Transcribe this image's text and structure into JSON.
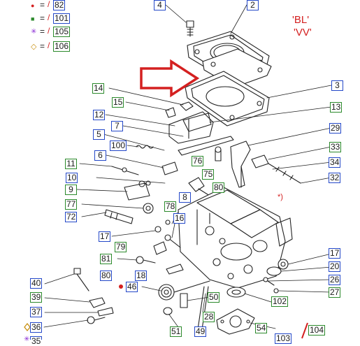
{
  "legend": [
    {
      "symbol": "●",
      "symbol_color": "#d42020",
      "ref": "82",
      "box": "blue"
    },
    {
      "symbol": "■",
      "symbol_color": "#2c8a2c",
      "ref": "101",
      "box": "blue"
    },
    {
      "symbol": "✳",
      "symbol_color": "#8a2cd4",
      "ref": "105",
      "box": "green"
    },
    {
      "symbol": "◇",
      "symbol_color": "#c89010",
      "ref": "106",
      "box": "green"
    }
  ],
  "variant_codes": [
    "'BL'",
    "'VV'"
  ],
  "note_mark": "*)",
  "callouts": [
    {
      "id": "c4",
      "label": "4",
      "c": "b"
    },
    {
      "id": "c2",
      "label": "2",
      "c": "b"
    },
    {
      "id": "c3",
      "label": "3",
      "c": "b"
    },
    {
      "id": "c14",
      "label": "14",
      "c": "g"
    },
    {
      "id": "c15",
      "label": "15",
      "c": "g"
    },
    {
      "id": "c13",
      "label": "13",
      "c": "g"
    },
    {
      "id": "c12",
      "label": "12",
      "c": "b"
    },
    {
      "id": "c7",
      "label": "7",
      "c": "b"
    },
    {
      "id": "c29",
      "label": "29",
      "c": "b"
    },
    {
      "id": "c5",
      "label": "5",
      "c": "b"
    },
    {
      "id": "c100",
      "label": "100",
      "c": "b"
    },
    {
      "id": "c33",
      "label": "33",
      "c": "g"
    },
    {
      "id": "c6",
      "label": "6",
      "c": "b"
    },
    {
      "id": "c76",
      "label": "76",
      "c": "g"
    },
    {
      "id": "c34",
      "label": "34",
      "c": "b"
    },
    {
      "id": "c11",
      "label": "11",
      "c": "g"
    },
    {
      "id": "c75",
      "label": "75",
      "c": "g"
    },
    {
      "id": "c10",
      "label": "10",
      "c": "b"
    },
    {
      "id": "c80a",
      "label": "80",
      "c": "g"
    },
    {
      "id": "c32",
      "label": "32",
      "c": "b"
    },
    {
      "id": "c9",
      "label": "9",
      "c": "g"
    },
    {
      "id": "c8",
      "label": "8",
      "c": "b"
    },
    {
      "id": "c77",
      "label": "77",
      "c": "g"
    },
    {
      "id": "c78",
      "label": "78",
      "c": "g"
    },
    {
      "id": "c72",
      "label": "72",
      "c": "b"
    },
    {
      "id": "c16",
      "label": "16",
      "c": "b"
    },
    {
      "id": "c17a",
      "label": "17",
      "c": "b"
    },
    {
      "id": "c79",
      "label": "79",
      "c": "g"
    },
    {
      "id": "c17b",
      "label": "17",
      "c": "b"
    },
    {
      "id": "c81",
      "label": "81",
      "c": "g"
    },
    {
      "id": "c20",
      "label": "20",
      "c": "b"
    },
    {
      "id": "c18",
      "label": "18",
      "c": "b"
    },
    {
      "id": "c80b",
      "label": "80",
      "c": "b"
    },
    {
      "id": "c26",
      "label": "26",
      "c": "b"
    },
    {
      "id": "c40",
      "label": "40",
      "c": "b"
    },
    {
      "id": "c46",
      "label": "46",
      "c": "b"
    },
    {
      "id": "c27",
      "label": "27",
      "c": "g"
    },
    {
      "id": "c39",
      "label": "39",
      "c": "g"
    },
    {
      "id": "c50",
      "label": "50",
      "c": "g"
    },
    {
      "id": "c102",
      "label": "102",
      "c": "g"
    },
    {
      "id": "c37",
      "label": "37",
      "c": "b"
    },
    {
      "id": "c28",
      "label": "28",
      "c": "g"
    },
    {
      "id": "c36",
      "label": "36",
      "c": "b"
    },
    {
      "id": "c51",
      "label": "51",
      "c": "g"
    },
    {
      "id": "c49",
      "label": "49",
      "c": "b"
    },
    {
      "id": "c54",
      "label": "54",
      "c": "g"
    },
    {
      "id": "c103",
      "label": "103",
      "c": "b"
    },
    {
      "id": "c104",
      "label": "104",
      "c": "g"
    },
    {
      "id": "c35",
      "label": "35",
      "c": "b"
    }
  ],
  "colors": {
    "blue_box": "#2448c8",
    "green_box": "#2c8a2c",
    "red": "#d42020",
    "line": "#222222"
  }
}
